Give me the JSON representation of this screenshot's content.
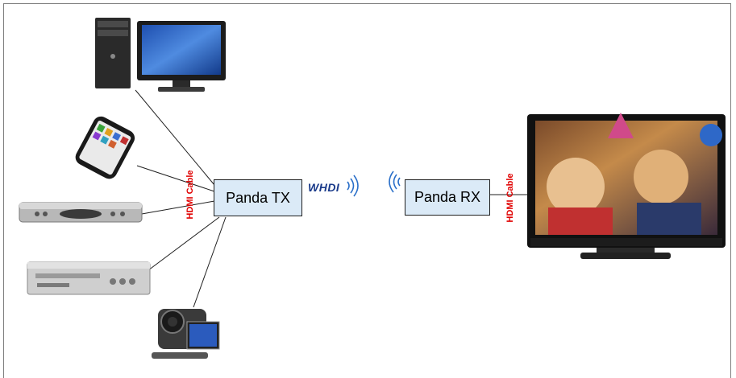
{
  "nodes": {
    "tx": {
      "label": "Panda TX"
    },
    "rx": {
      "label": "Panda RX"
    }
  },
  "cable_labels": {
    "tx_side": "HDMI Cable",
    "rx_side": "HDMI Cable"
  },
  "wireless_logo": {
    "text": "WHDI"
  },
  "devices": {
    "source_devices": [
      "desktop-pc-with-monitor-icon",
      "smartphone-icon",
      "set-top-box-icon",
      "dvd-player-icon",
      "camcorder-icon"
    ],
    "sink_device": "flat-screen-tv-icon"
  },
  "colors": {
    "node_fill": "#dbeaf7",
    "cable_label": "#e00000",
    "logo": "#1a3a8a",
    "line": "#1f1f1f"
  }
}
